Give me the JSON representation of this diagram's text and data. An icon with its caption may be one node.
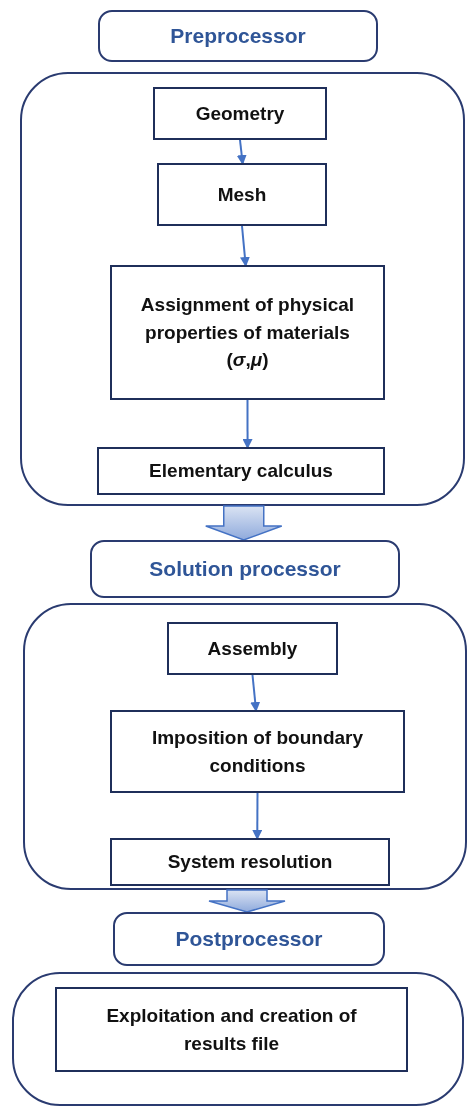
{
  "diagram": {
    "nodes": [
      {
        "text": [
          "Preprocessor"
        ]
      },
      {
        "text": [],
        "shape": "box"
      },
      {
        "text": [
          "Geometry"
        ],
        "in": 1
      },
      {
        "text": [
          "Mesh"
        ],
        "in": 1
      },
      {
        "text": [
          "Assignment of physical properties of materials (*σ*,*μ*)"
        ],
        "in": 1
      },
      {
        "text": [
          "Elementary calculus"
        ],
        "in": 1
      },
      {
        "text": [
          "Solution processor"
        ]
      },
      {
        "text": [],
        "shape": "box"
      },
      {
        "text": [
          "Assembly"
        ],
        "in": 7
      },
      {
        "text": [
          "Imposition of boundary conditions"
        ],
        "in": 7
      },
      {
        "text": [
          "System resolution"
        ],
        "in": 7
      },
      {
        "text": [
          "Postprocessor"
        ]
      },
      {
        "text": [],
        "shape": "box"
      },
      {
        "text": [
          "Exploitation and creation of results file"
        ],
        "in": 12
      }
    ],
    "edges": [
      {
        "from": 2,
        "to": 3,
        "arrow": "to"
      },
      {
        "from": 3,
        "to": 4,
        "arrow": "to"
      },
      {
        "from": 4,
        "to": 5,
        "arrow": "to"
      },
      {
        "from": 1,
        "to": 6,
        "arrow": "to",
        "style": "thick"
      },
      {
        "from": 8,
        "to": 9,
        "arrow": "to"
      },
      {
        "from": 9,
        "to": 10,
        "arrow": "to"
      },
      {
        "from": 7,
        "to": 11,
        "arrow": "to",
        "style": "thick"
      }
    ]
  }
}
